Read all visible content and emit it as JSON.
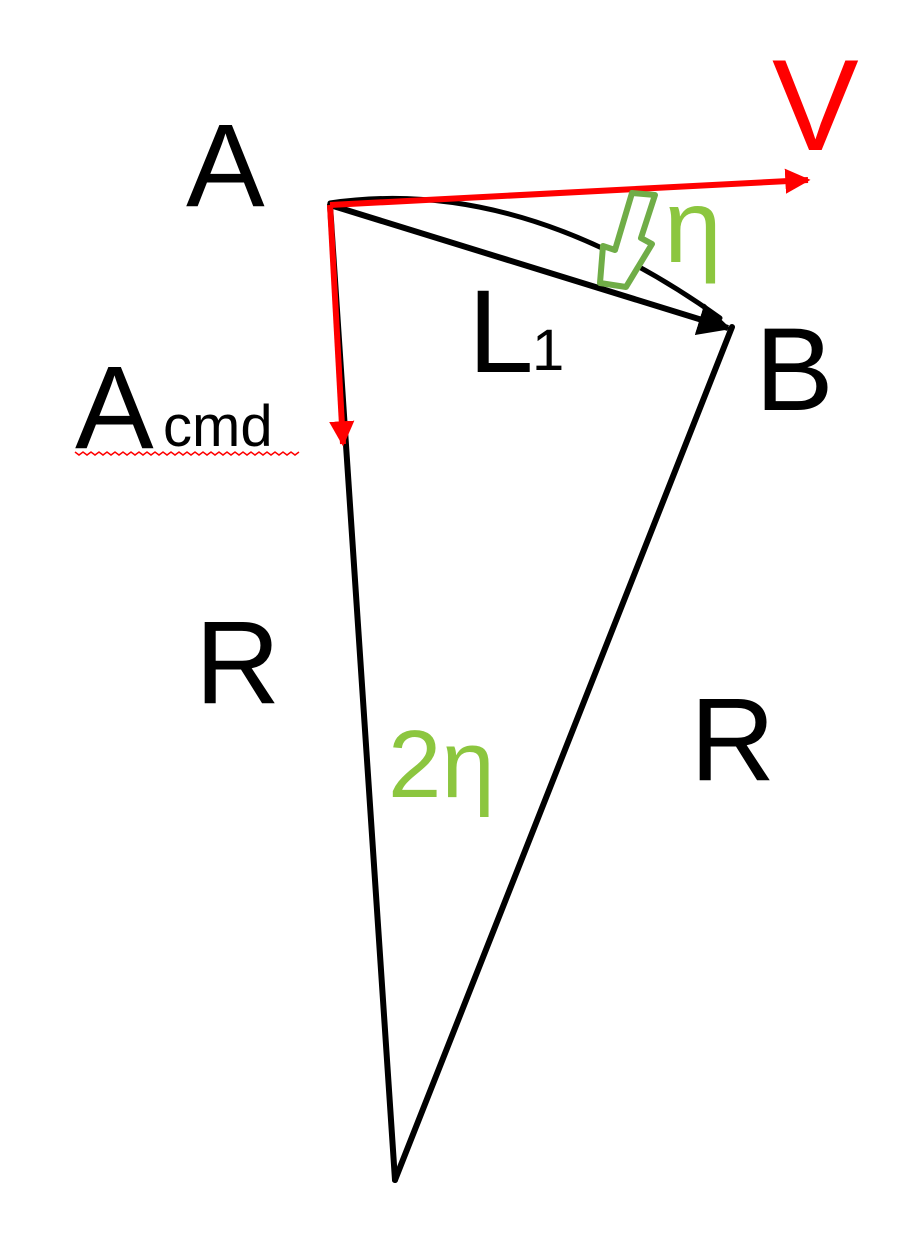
{
  "labels": {
    "point_a": "A",
    "point_b": "B",
    "velocity": "V",
    "l1_main": "L",
    "l1_sub": "1",
    "acmd_main": "A",
    "acmd_sub": "cmd",
    "radius_left": "R",
    "radius_right": "R",
    "eta": "η",
    "two_eta": "2η"
  },
  "colors": {
    "line": "#000000",
    "vector": "#ff0000",
    "angle": "#8cc63f",
    "angle_arrow_stroke": "#70ad47",
    "spell_underline": "#ff0000"
  }
}
